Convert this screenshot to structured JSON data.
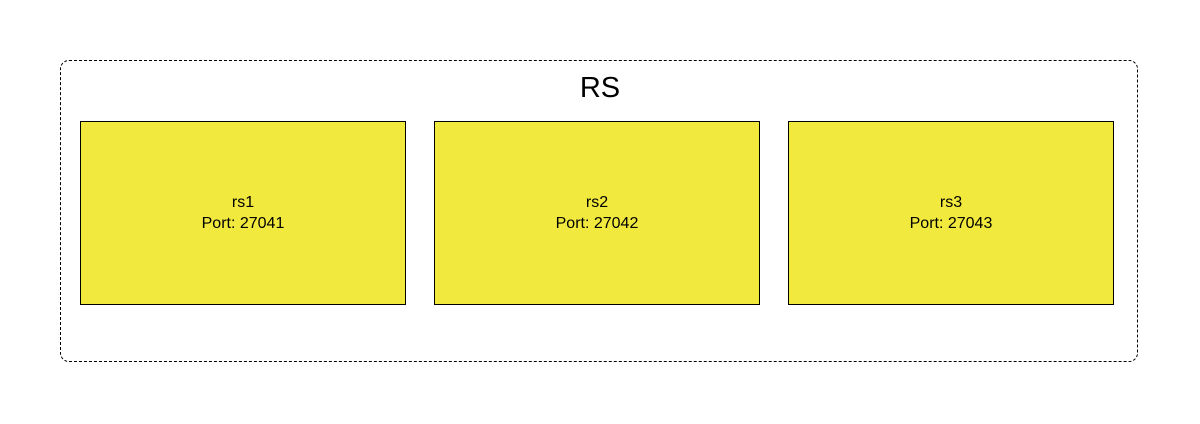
{
  "group": {
    "title": "RS",
    "border_style": "dashed",
    "border_color": "#000000"
  },
  "nodes": [
    {
      "name": "rs1",
      "port_label": "Port: 27041",
      "fill": "#f2e93f"
    },
    {
      "name": "rs2",
      "port_label": "Port: 27042",
      "fill": "#f2e93f"
    },
    {
      "name": "rs3",
      "port_label": "Port: 27043",
      "fill": "#f2e93f"
    }
  ]
}
